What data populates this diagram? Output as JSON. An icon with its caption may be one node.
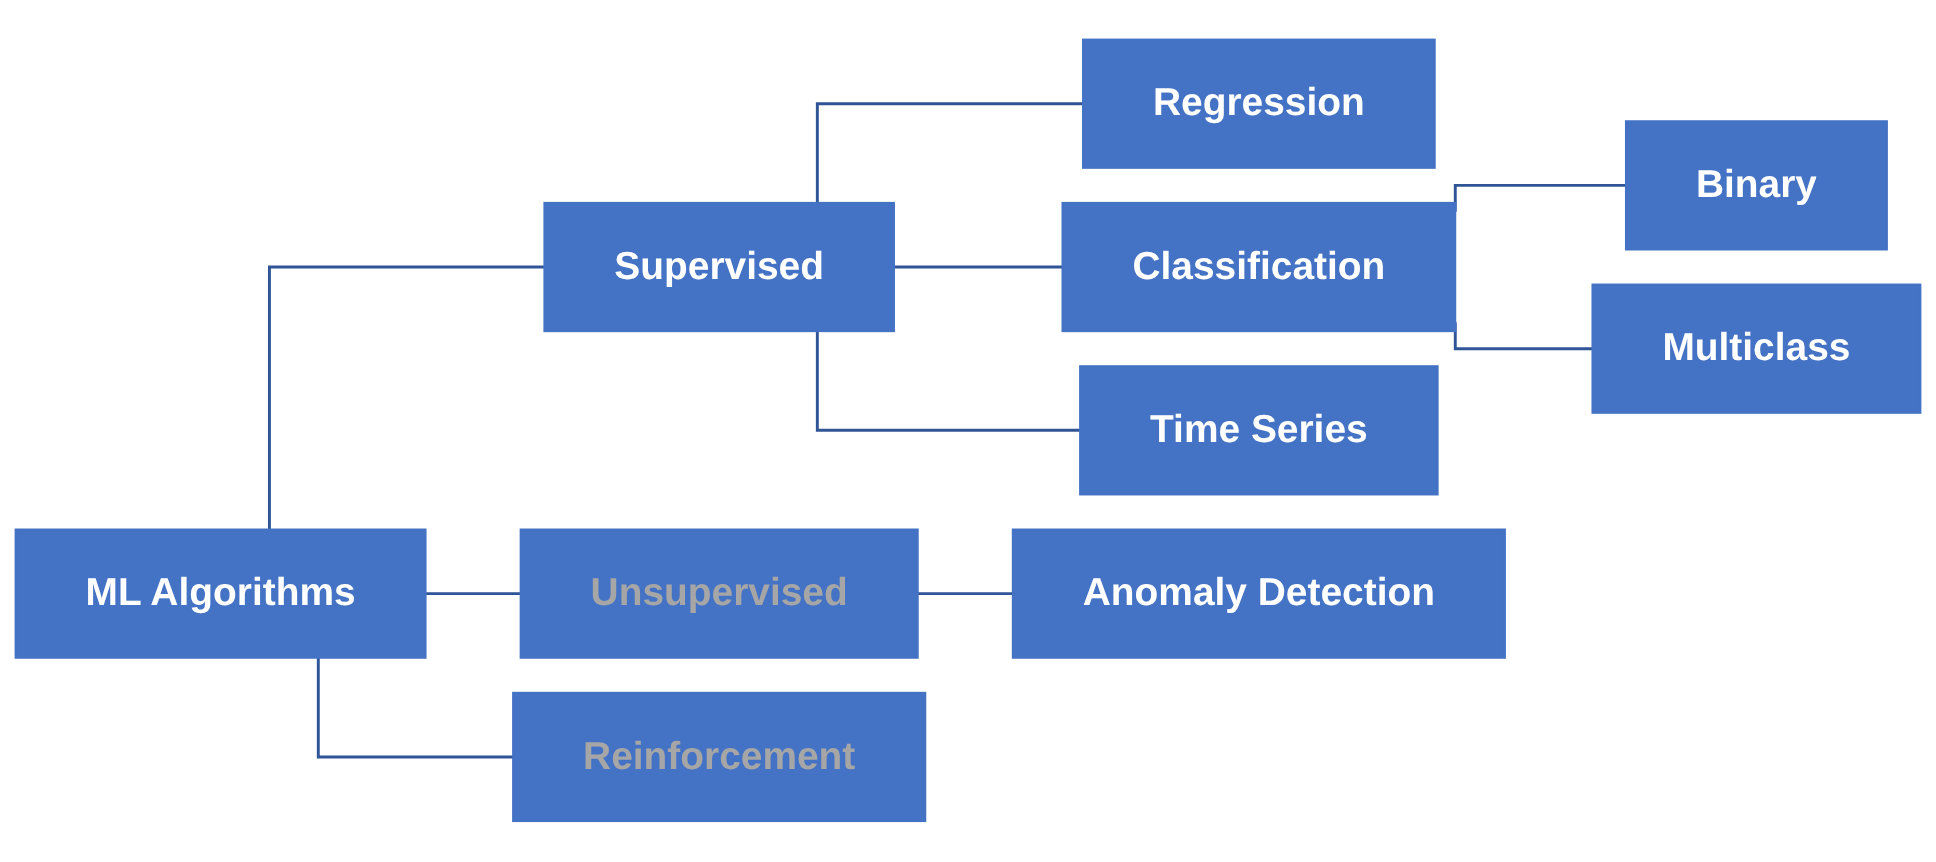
{
  "diagram": {
    "nodes": [
      {
        "text": [
          "ML Algorithms"
        ]
      },
      {
        "text": [
          "Supervised"
        ]
      },
      {
        "text": [
          "Unsupervised"
        ]
      },
      {
        "text": [
          "Reinforcement"
        ]
      },
      {
        "text": [
          "Regression"
        ]
      },
      {
        "text": [
          "Classification"
        ]
      },
      {
        "text": [
          "Time Series"
        ]
      },
      {
        "text": [
          "Anomaly Detection"
        ]
      },
      {
        "text": [
          "Binary"
        ]
      },
      {
        "text": [
          "Multiclass"
        ]
      }
    ],
    "edges": [
      {
        "from": 0,
        "to": 1,
        "arrow": "none"
      },
      {
        "from": 0,
        "to": 2,
        "arrow": "none"
      },
      {
        "from": 0,
        "to": 3,
        "arrow": "none"
      },
      {
        "from": 1,
        "to": 4,
        "arrow": "none"
      },
      {
        "from": 1,
        "to": 5,
        "arrow": "none"
      },
      {
        "from": 1,
        "to": 6,
        "arrow": "none"
      },
      {
        "from": 2,
        "to": 7,
        "arrow": "none"
      },
      {
        "from": 5,
        "to": 8,
        "arrow": "none"
      },
      {
        "from": 5,
        "to": 9,
        "arrow": "none"
      }
    ]
  }
}
